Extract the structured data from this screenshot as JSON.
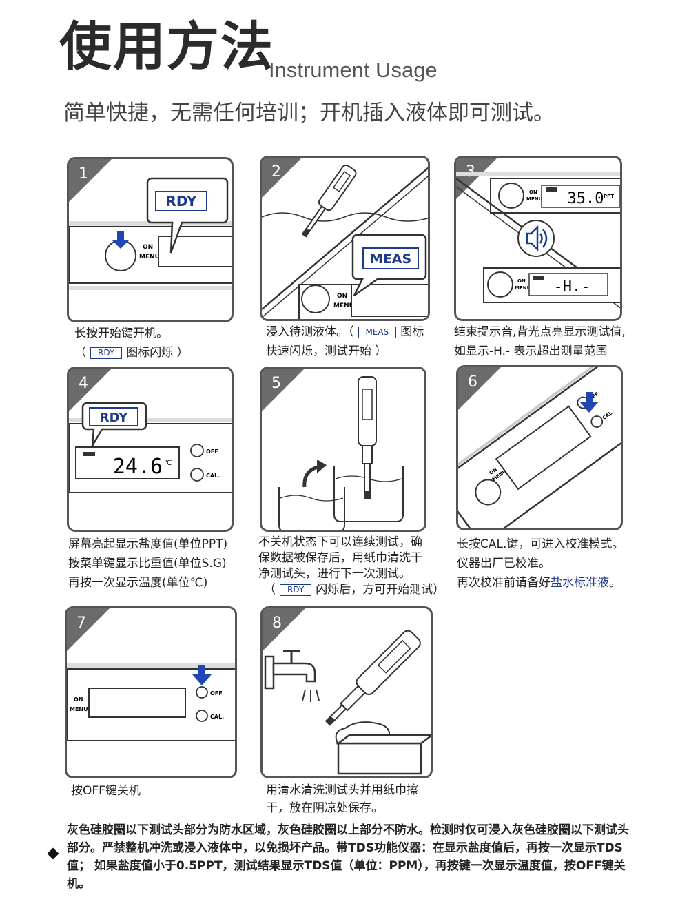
{
  "header": {
    "title": "使用方法",
    "title_en": "Instrument Usage",
    "subtitle": "简单快捷，无需任何培训；开机插入液体即可测试。"
  },
  "labels": {
    "rdy": "RDY",
    "meas": "MEAS",
    "on": "ON",
    "dash": "—",
    "menu": "MENU",
    "off": "OFF",
    "cal": "CAL.",
    "ppt": "PPT",
    "celsius": "℃",
    "reading_salinity": "35.0",
    "reading_over": "-H.-",
    "reading_temp": "24.6"
  },
  "steps": [
    {
      "num": "1",
      "cap": [
        "长按开始键开机。",
        "（",
        "RDY",
        "图标闪烁 ）"
      ]
    },
    {
      "num": "2",
      "cap": [
        "浸入待测液体。（",
        "MEAS",
        "图标",
        "快速闪烁，测试开始 ）"
      ]
    },
    {
      "num": "3",
      "cap": [
        "结束提示音,背光点亮显示测试值,",
        "如显示-H.- 表示超出测量范围"
      ]
    },
    {
      "num": "4",
      "cap": [
        "屏幕亮起显示盐度值(单位PPT)",
        "按菜单键显示比重值(单位S.G)",
        "再按一次显示温度(单位℃)"
      ]
    },
    {
      "num": "5",
      "cap": [
        "不关机状态下可以连续测试，确",
        "保数据被保存后，用纸巾清洗干",
        "净测试头，进行下一次测试。",
        "（",
        "RDY",
        "闪烁后，方可开始测试）"
      ]
    },
    {
      "num": "6",
      "cap": [
        "长按CAL.键，可进入校准模式。",
        "仪器出厂已校准。",
        "再次校准前请备好",
        "盐水标准液",
        "。"
      ]
    },
    {
      "num": "7",
      "cap": [
        "按OFF键关机"
      ]
    },
    {
      "num": "8",
      "cap": [
        "用清水清洗测试头并用纸巾擦",
        "干，放在阴凉处保存。"
      ]
    }
  ],
  "note": "灰色硅胶圈以下测试头部分为防水区域，灰色硅胶圈以上部分不防水。检测时仅可浸入灰色硅胶圈以下测试头部分。严禁整机冲洗或浸入液体中，以免损坏产品。带TDS功能仪器：在显示盐度值后，再按一次显示TDS值；  如果盐度值小于0.5PPT，测试结果显示TDS值（单位：PPM），再按键一次显示温度值，按OFF键关机。",
  "colors": {
    "accent": "#1e3a8a",
    "panel_border": "#555555",
    "number_tab": "#6b6b6b"
  }
}
